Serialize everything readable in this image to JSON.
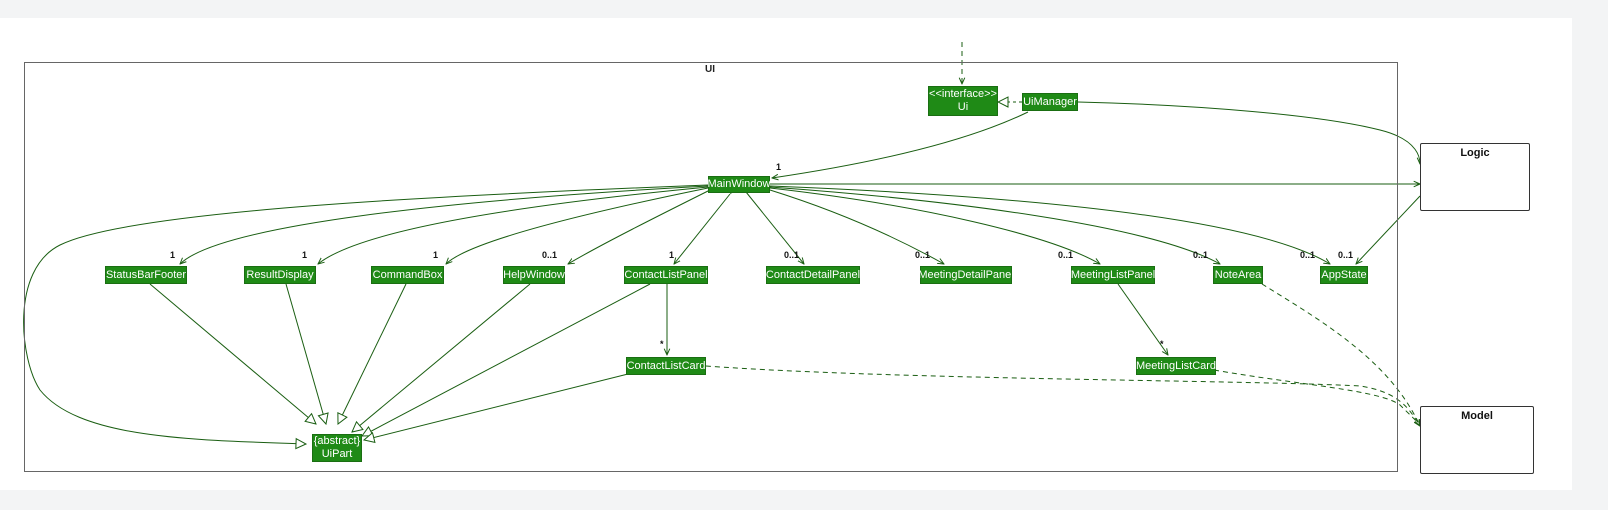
{
  "package": {
    "label": "UI"
  },
  "classes": {
    "ui_interface": {
      "stereotype": "<<interface>>",
      "name": "Ui"
    },
    "ui_manager": "UiManager",
    "main_window": "MainWindow",
    "status_bar_footer": "StatusBarFooter",
    "result_display": "ResultDisplay",
    "command_box": "CommandBox",
    "help_window": "HelpWindow",
    "contact_list_panel": "ContactListPanel",
    "contact_detail_panel": "ContactDetailPanel",
    "meeting_detail_panel": "MeetingDetailPanel",
    "meeting_list_panel": "MeetingListPanel",
    "note_area": "NoteArea",
    "app_state": "AppState",
    "contact_list_card": "ContactListCard",
    "meeting_list_card": "MeetingListCard",
    "ui_part": {
      "stereotype": "{abstract}",
      "name": "UiPart"
    }
  },
  "external": {
    "logic": "Logic",
    "model": "Model"
  },
  "multiplicities": {
    "main_window": "1",
    "status_bar_footer": "1",
    "result_display": "1",
    "command_box": "1",
    "help_window": "0..1",
    "contact_list_panel": "1",
    "contact_detail_panel": "0..1",
    "meeting_detail_panel": "0..1",
    "meeting_list_panel": "0..1",
    "note_area": "0..1",
    "app_state_a": "0..1",
    "app_state_b": "0..1",
    "contact_list_card": "*",
    "meeting_list_card": "*"
  },
  "colors": {
    "class_fill": "#1f8a16",
    "edge": "#1a5e12",
    "class_text": "#ffffff"
  }
}
